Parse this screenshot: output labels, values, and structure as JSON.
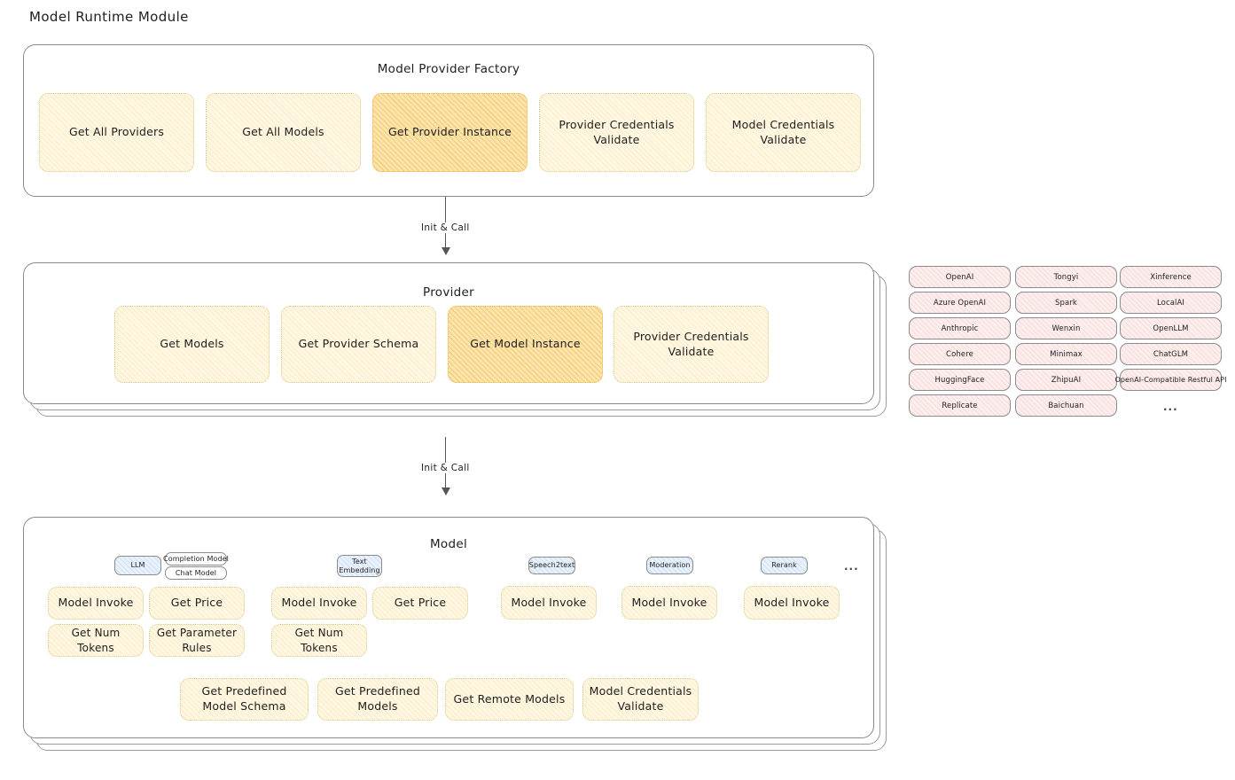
{
  "diagram": {
    "title": "Model Runtime Module",
    "type": "architecture-layer-diagram"
  },
  "factory": {
    "title": "Model Provider Factory",
    "boxes": [
      {
        "label": "Get All Providers",
        "highlight": false
      },
      {
        "label": "Get All Models",
        "highlight": false
      },
      {
        "label": "Get Provider Instance",
        "highlight": true
      },
      {
        "label": "Provider Credentials Validate",
        "highlight": false
      },
      {
        "label": "Model Credentials Validate",
        "highlight": false
      }
    ]
  },
  "arrows": [
    {
      "label": "Init & Call",
      "from": "Model Provider Factory",
      "to": "Provider"
    },
    {
      "label": "Init & Call",
      "from": "Provider",
      "to": "Model"
    }
  ],
  "provider": {
    "title": "Provider",
    "boxes": [
      {
        "label": "Get Models",
        "highlight": false
      },
      {
        "label": "Get Provider Schema",
        "highlight": false
      },
      {
        "label": "Get Model Instance",
        "highlight": true
      },
      {
        "label": "Provider Credentials Validate",
        "highlight": false
      }
    ]
  },
  "provider_list": {
    "columns": [
      [
        "OpenAI",
        "Azure OpenAI",
        "Anthropic",
        "Cohere",
        "HuggingFace",
        "Replicate"
      ],
      [
        "Tongyi",
        "Spark",
        "Wenxin",
        "Minimax",
        "ZhipuAI",
        "Baichuan"
      ],
      [
        "Xinference",
        "LocalAI",
        "OpenLLM",
        "ChatGLM",
        "OpenAI-Compatible Restful API"
      ]
    ],
    "more": "..."
  },
  "model": {
    "title": "Model",
    "more": "...",
    "types": [
      {
        "name": "LLM",
        "sub_chips": [
          "Completion Model",
          "Chat Model"
        ],
        "actions": [
          {
            "label": "Model Invoke",
            "highlight": true
          },
          {
            "label": "Get Price",
            "highlight": false
          },
          {
            "label": "Get Num Tokens",
            "highlight": false
          },
          {
            "label": "Get Parameter Rules",
            "highlight": false
          }
        ]
      },
      {
        "name": "Text Embedding",
        "sub_chips": [],
        "actions": [
          {
            "label": "Model Invoke",
            "highlight": true
          },
          {
            "label": "Get Price",
            "highlight": false
          },
          {
            "label": "Get Num Tokens",
            "highlight": false
          }
        ]
      },
      {
        "name": "Speech2text",
        "sub_chips": [],
        "actions": [
          {
            "label": "Model Invoke",
            "highlight": true
          }
        ]
      },
      {
        "name": "Moderation",
        "sub_chips": [],
        "actions": [
          {
            "label": "Model Invoke",
            "highlight": true
          }
        ]
      },
      {
        "name": "Rerank",
        "sub_chips": [],
        "actions": [
          {
            "label": "Model Invoke",
            "highlight": true
          }
        ]
      }
    ],
    "common_actions": [
      {
        "label": "Get Predefined Model Schema"
      },
      {
        "label": "Get Predefined Models"
      },
      {
        "label": "Get Remote Models"
      },
      {
        "label": "Model Credentials Validate"
      }
    ]
  },
  "colors": {
    "highlight_fill": "#fbe4ad",
    "box_fill": "#fdf7e4",
    "provider_chip_fill": "#fdeeee",
    "model_type_chip_fill": "#e9f2fb",
    "stroke": "#8a8a8a",
    "text": "#1e1e1e"
  }
}
